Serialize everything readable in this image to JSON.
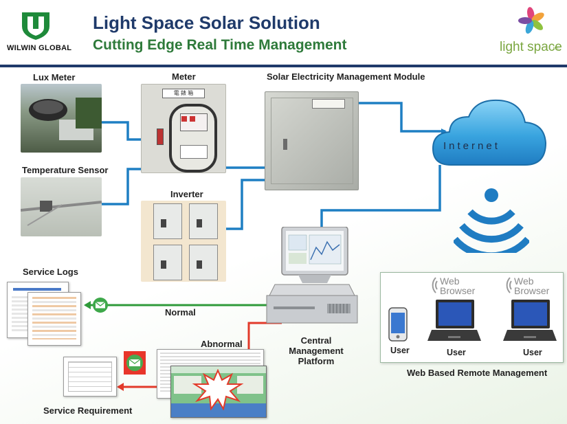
{
  "header": {
    "title": "Light Space Solar Solution",
    "subtitle": "Cutting Edge Real Time Management",
    "left_logo_text": "WILWIN GLOBAL",
    "right_logo_text": "light space",
    "right_logo_suffix": "inc"
  },
  "diagram": {
    "lux_meter": "Lux Meter",
    "meter": "Meter",
    "module": "Solar Electricity Management Module",
    "temperature_sensor": "Temperature Sensor",
    "inverter": "Inverter",
    "internet": "Internet",
    "service_logs": "Service Logs",
    "normal": "Normal",
    "abnormal": "Abnormal",
    "central_line1": "Central",
    "central_line2": "Management",
    "central_line3": "Platform",
    "service_requirement": "Service Requirement",
    "remote_management": "Web Based Remote Management",
    "user_phone": "User",
    "user_laptop1": "User",
    "user_laptop2": "User",
    "browser1_line1": "Web",
    "browser1_line2": "Browser",
    "browser2_line1": "Web",
    "browser2_line2": "Browser",
    "meter_sign": "電 錶 箱"
  },
  "colors": {
    "title": "#1f3a6a",
    "subtitle": "#2e7a3a",
    "blue_arrow": "#1e7fc3",
    "green_arrow": "#2f9a3a",
    "red_arrow": "#e23a2a",
    "cloud": "#39a4df"
  },
  "icons": [
    "wilwin-logo",
    "lightspace-flower-logo",
    "cloud-icon",
    "wifi-icon",
    "mail-icon",
    "server-icon",
    "smartphone-icon",
    "laptop-icon"
  ]
}
